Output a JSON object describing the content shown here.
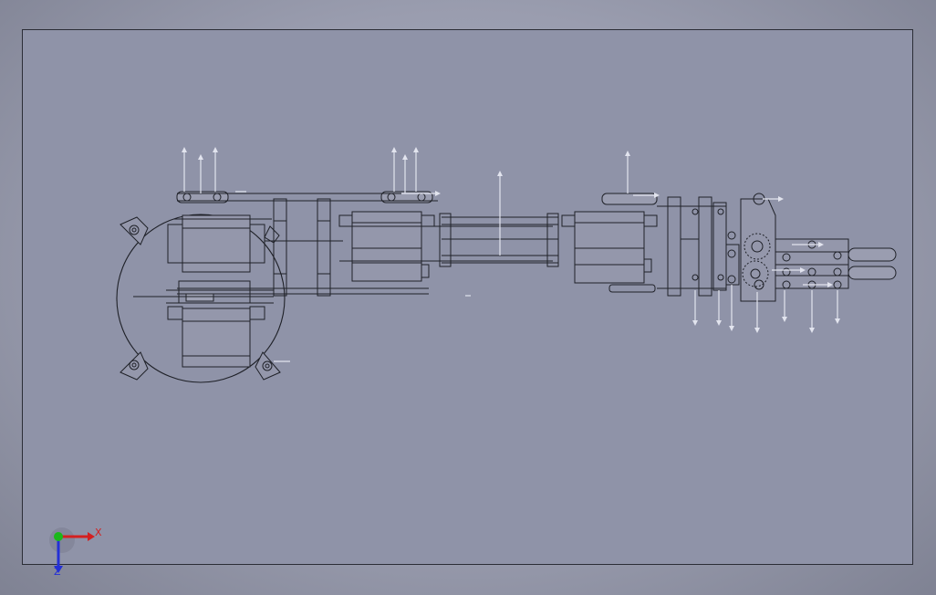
{
  "viewport": {
    "background_color": "#8f93a8",
    "model": "robotic-arm-assembly",
    "view": "top"
  },
  "triad": {
    "x_label": "X",
    "z_label": "Z",
    "x_color": "#d42020",
    "y_color": "#1bb81b",
    "z_color": "#2430d6"
  }
}
